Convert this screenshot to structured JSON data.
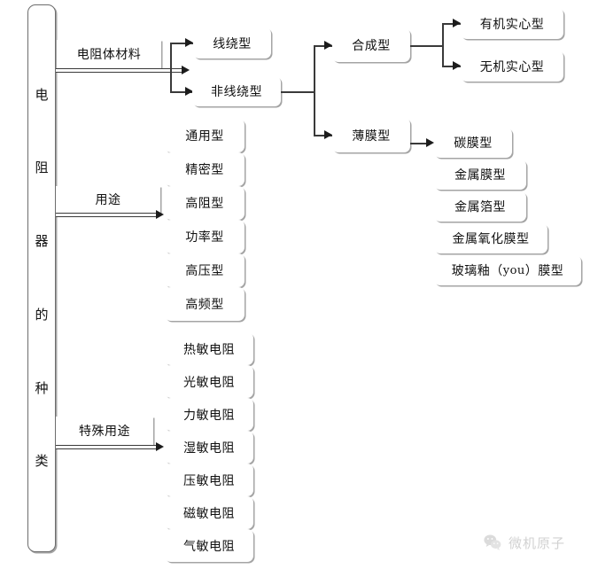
{
  "diagram": {
    "title_vertical": "电阻器的种类",
    "title_chars": [
      "电",
      "阻",
      "器",
      "的",
      "种",
      "类"
    ],
    "branches": [
      {
        "key": "material",
        "label": "电阻体材料",
        "children": [
          {
            "label": "线绕型"
          },
          {
            "label": "非线绕型",
            "children": [
              {
                "label": "合成型",
                "children": [
                  {
                    "label": "有机实心型"
                  },
                  {
                    "label": "无机实心型"
                  }
                ]
              },
              {
                "label": "薄膜型",
                "children": [
                  {
                    "label": "碳膜型"
                  },
                  {
                    "label": "金属膜型"
                  },
                  {
                    "label": "金属箔型"
                  },
                  {
                    "label": "金属氧化膜型"
                  },
                  {
                    "label": "玻璃釉（you）膜型",
                    "label_pre": "玻璃釉（",
                    "label_pinyin": "you",
                    "label_post": "）膜型"
                  }
                ]
              }
            ]
          }
        ]
      },
      {
        "key": "usage",
        "label": "用途",
        "children": [
          {
            "label": "通用型"
          },
          {
            "label": "精密型"
          },
          {
            "label": "高阻型"
          },
          {
            "label": "功率型"
          },
          {
            "label": "高压型"
          },
          {
            "label": "高频型"
          }
        ]
      },
      {
        "key": "special",
        "label": "特殊用途",
        "children": [
          {
            "label": "热敏电阻"
          },
          {
            "label": "光敏电阻"
          },
          {
            "label": "力敏电阻"
          },
          {
            "label": "湿敏电阻"
          },
          {
            "label": "压敏电阻"
          },
          {
            "label": "磁敏电阻"
          },
          {
            "label": "气敏电阻"
          }
        ]
      }
    ]
  },
  "watermark": {
    "text": "微机原子",
    "icon": "wechat-icon"
  },
  "colors": {
    "box_border": "#6d6d6d",
    "line": "#3a3a3a",
    "text": "#111111",
    "background": "#ffffff",
    "watermark": "#6b6b6b"
  }
}
